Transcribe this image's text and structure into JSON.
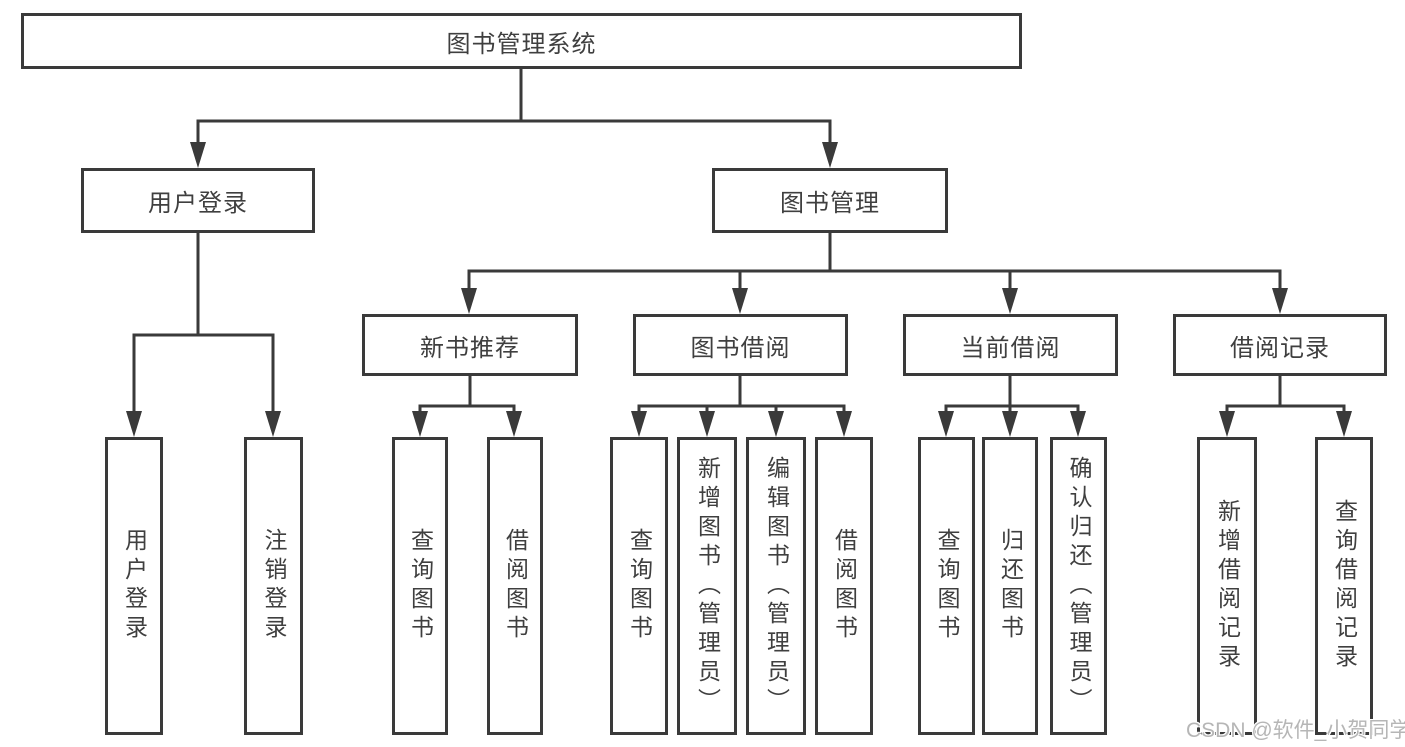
{
  "diagram": {
    "root": {
      "label": "图书管理系统"
    },
    "level2": [
      {
        "label": "用户登录",
        "children": [
          {
            "label": "用户登录"
          },
          {
            "label": "注销登录"
          }
        ]
      },
      {
        "label": "图书管理"
      }
    ],
    "level3": [
      {
        "label": "新书推荐",
        "children": [
          {
            "label": "查询图书"
          },
          {
            "label": "借阅图书"
          }
        ]
      },
      {
        "label": "图书借阅",
        "children": [
          {
            "label": "查询图书"
          },
          {
            "label": "新增图书（管理员）"
          },
          {
            "label": "编辑图书（管理员）"
          },
          {
            "label": "借阅图书"
          }
        ]
      },
      {
        "label": "当前借阅",
        "children": [
          {
            "label": "查询图书"
          },
          {
            "label": "归还图书"
          },
          {
            "label": "确认归还（管理员）"
          }
        ]
      },
      {
        "label": "借阅记录",
        "children": [
          {
            "label": "新增借阅记录"
          },
          {
            "label": "查询借阅记录"
          }
        ]
      }
    ]
  },
  "watermark": {
    "text": "CSDN @软件_小贺同学"
  },
  "colors": {
    "line": "#3a3a3a",
    "text": "#3f3f3f",
    "watermark": "#b6b6b6",
    "background": "#ffffff"
  }
}
